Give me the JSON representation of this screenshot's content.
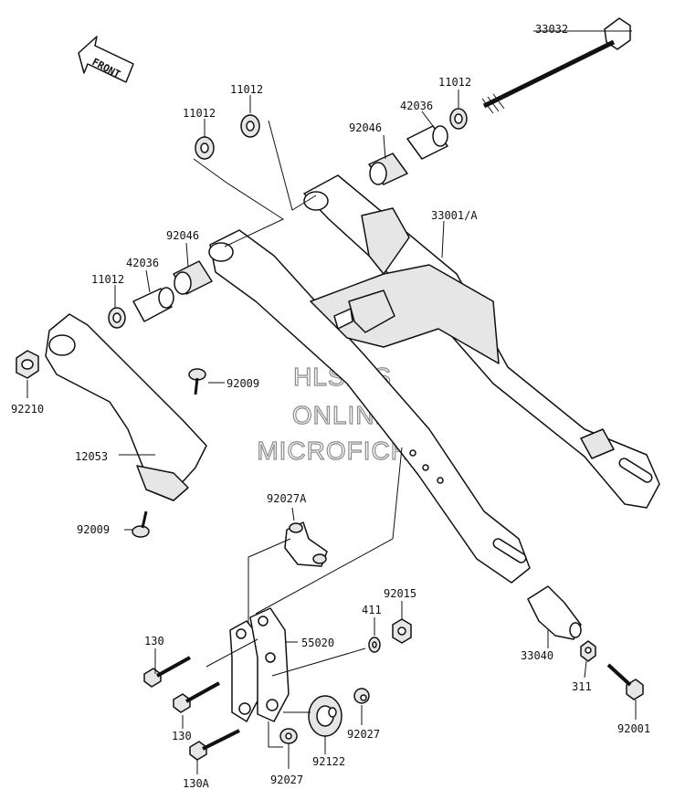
{
  "front_arrow": "FRONT",
  "watermark": [
    "HLSM'S",
    "ONLINE",
    "MICROFICHE"
  ],
  "labels": {
    "p33032": "33032",
    "p11012_a": "11012",
    "p11012_b": "11012",
    "p11012_c": "11012",
    "p11012_d": "11012",
    "p42036_a": "42036",
    "p42036_b": "42036",
    "p92046_a": "92046",
    "p92046_b": "92046",
    "p33001": "33001/A",
    "p92210": "92210",
    "p92009_a": "92009",
    "p92009_b": "92009",
    "p12053": "12053",
    "p92027A": "92027A",
    "p92015": "92015",
    "p411": "411",
    "p55020": "55020",
    "p130_a": "130",
    "p130_b": "130",
    "p130A": "130A",
    "p92027_a": "92027",
    "p92027_b": "92027",
    "p92122": "92122",
    "p33040": "33040",
    "p311": "311",
    "p92001": "92001"
  }
}
